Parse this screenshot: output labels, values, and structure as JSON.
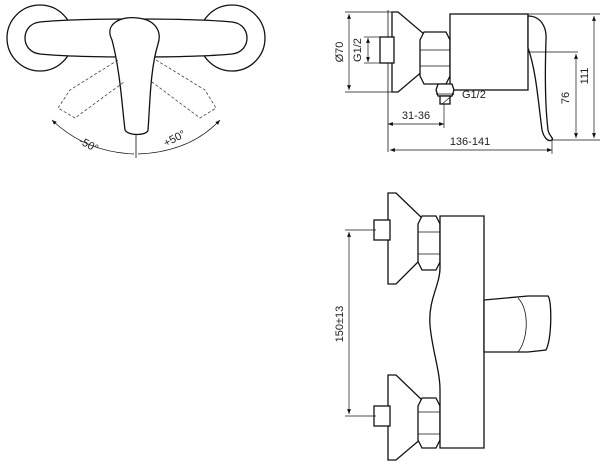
{
  "diagram": {
    "front_view": {
      "angle_left": "-50°",
      "angle_right": "+50°"
    },
    "side_view": {
      "dim_diameter": "Ø70",
      "dim_thread_top": "G1/2",
      "dim_thread_bottom": "G1/2",
      "dim_offset": "31-36",
      "dim_length": "136-141",
      "dim_height_outer": "111",
      "dim_height_inner": "76"
    },
    "rear_view": {
      "dim_spacing": "150±13"
    }
  }
}
